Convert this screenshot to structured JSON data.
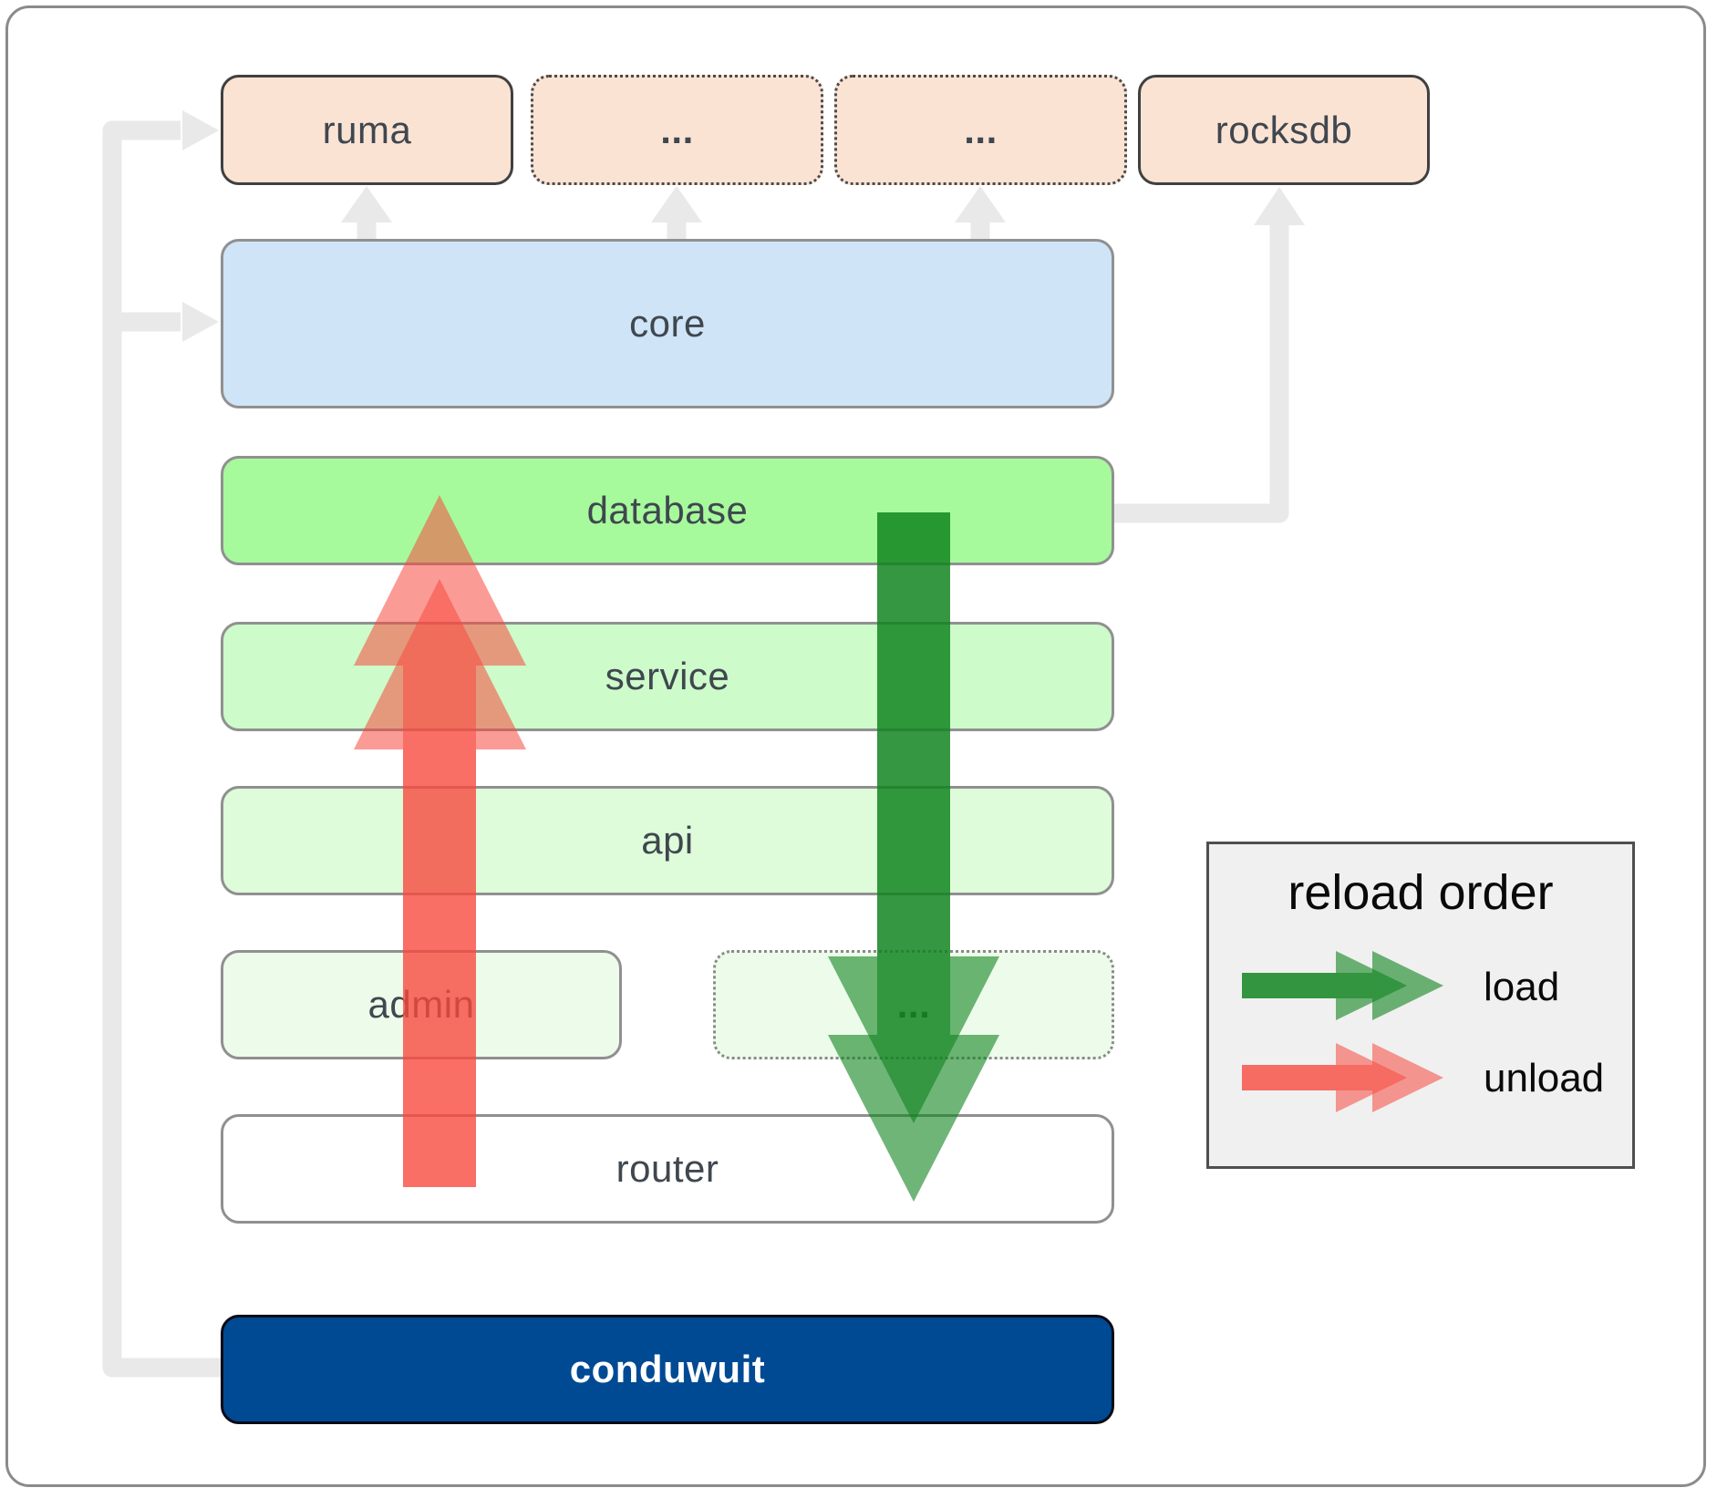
{
  "boxes": {
    "ruma": {
      "label": "ruma"
    },
    "extra1": {
      "label": "..."
    },
    "extra2": {
      "label": "..."
    },
    "rocksdb": {
      "label": "rocksdb"
    },
    "core": {
      "label": "core"
    },
    "database": {
      "label": "database"
    },
    "service": {
      "label": "service"
    },
    "api": {
      "label": "api"
    },
    "admin": {
      "label": "admin"
    },
    "extra3": {
      "label": "..."
    },
    "router": {
      "label": "router"
    },
    "conduwuit": {
      "label": "conduwuit"
    }
  },
  "legend": {
    "title": "reload order",
    "entries": [
      {
        "label": "load",
        "direction": "down"
      },
      {
        "label": "unload",
        "direction": "up"
      }
    ]
  },
  "colors": {
    "module_bg": "#fbe3d4",
    "core_bg": "#d0e4f8",
    "database_bg": "#a6fa9c",
    "service_bg": "#cdfbca",
    "api_bg": "#defcda",
    "admin_bg": "#edfcea",
    "router_bg": "#ffffff",
    "conduwuit_bg": "#004a94",
    "legend_bg": "#f0f0f0",
    "connector": "#e9e9e9",
    "load_arrow": "#0f841e",
    "unload_arrow": "#f8493e"
  }
}
